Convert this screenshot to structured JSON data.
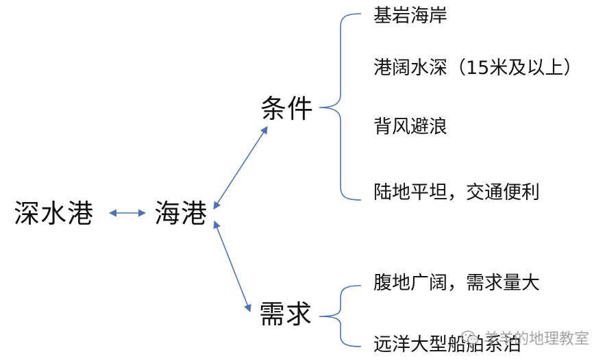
{
  "diagram": {
    "root": {
      "label": "深水港"
    },
    "center": {
      "label": "海港"
    },
    "branches": [
      {
        "label": "条件",
        "items": [
          "基岩海岸",
          "港阔水深（15米及以上）",
          "背风避浪",
          "陆地平坦，交通便利"
        ]
      },
      {
        "label": "需求",
        "items": [
          "腹地广阔，需求量大",
          "远洋大型船舶系泊"
        ]
      }
    ],
    "colors": {
      "line": "#4a73b8",
      "text": "#111111",
      "watermark": "#9a9a9a"
    }
  },
  "watermark": {
    "text": "羊羊的地理教室",
    "icon": "wechat-icon"
  }
}
